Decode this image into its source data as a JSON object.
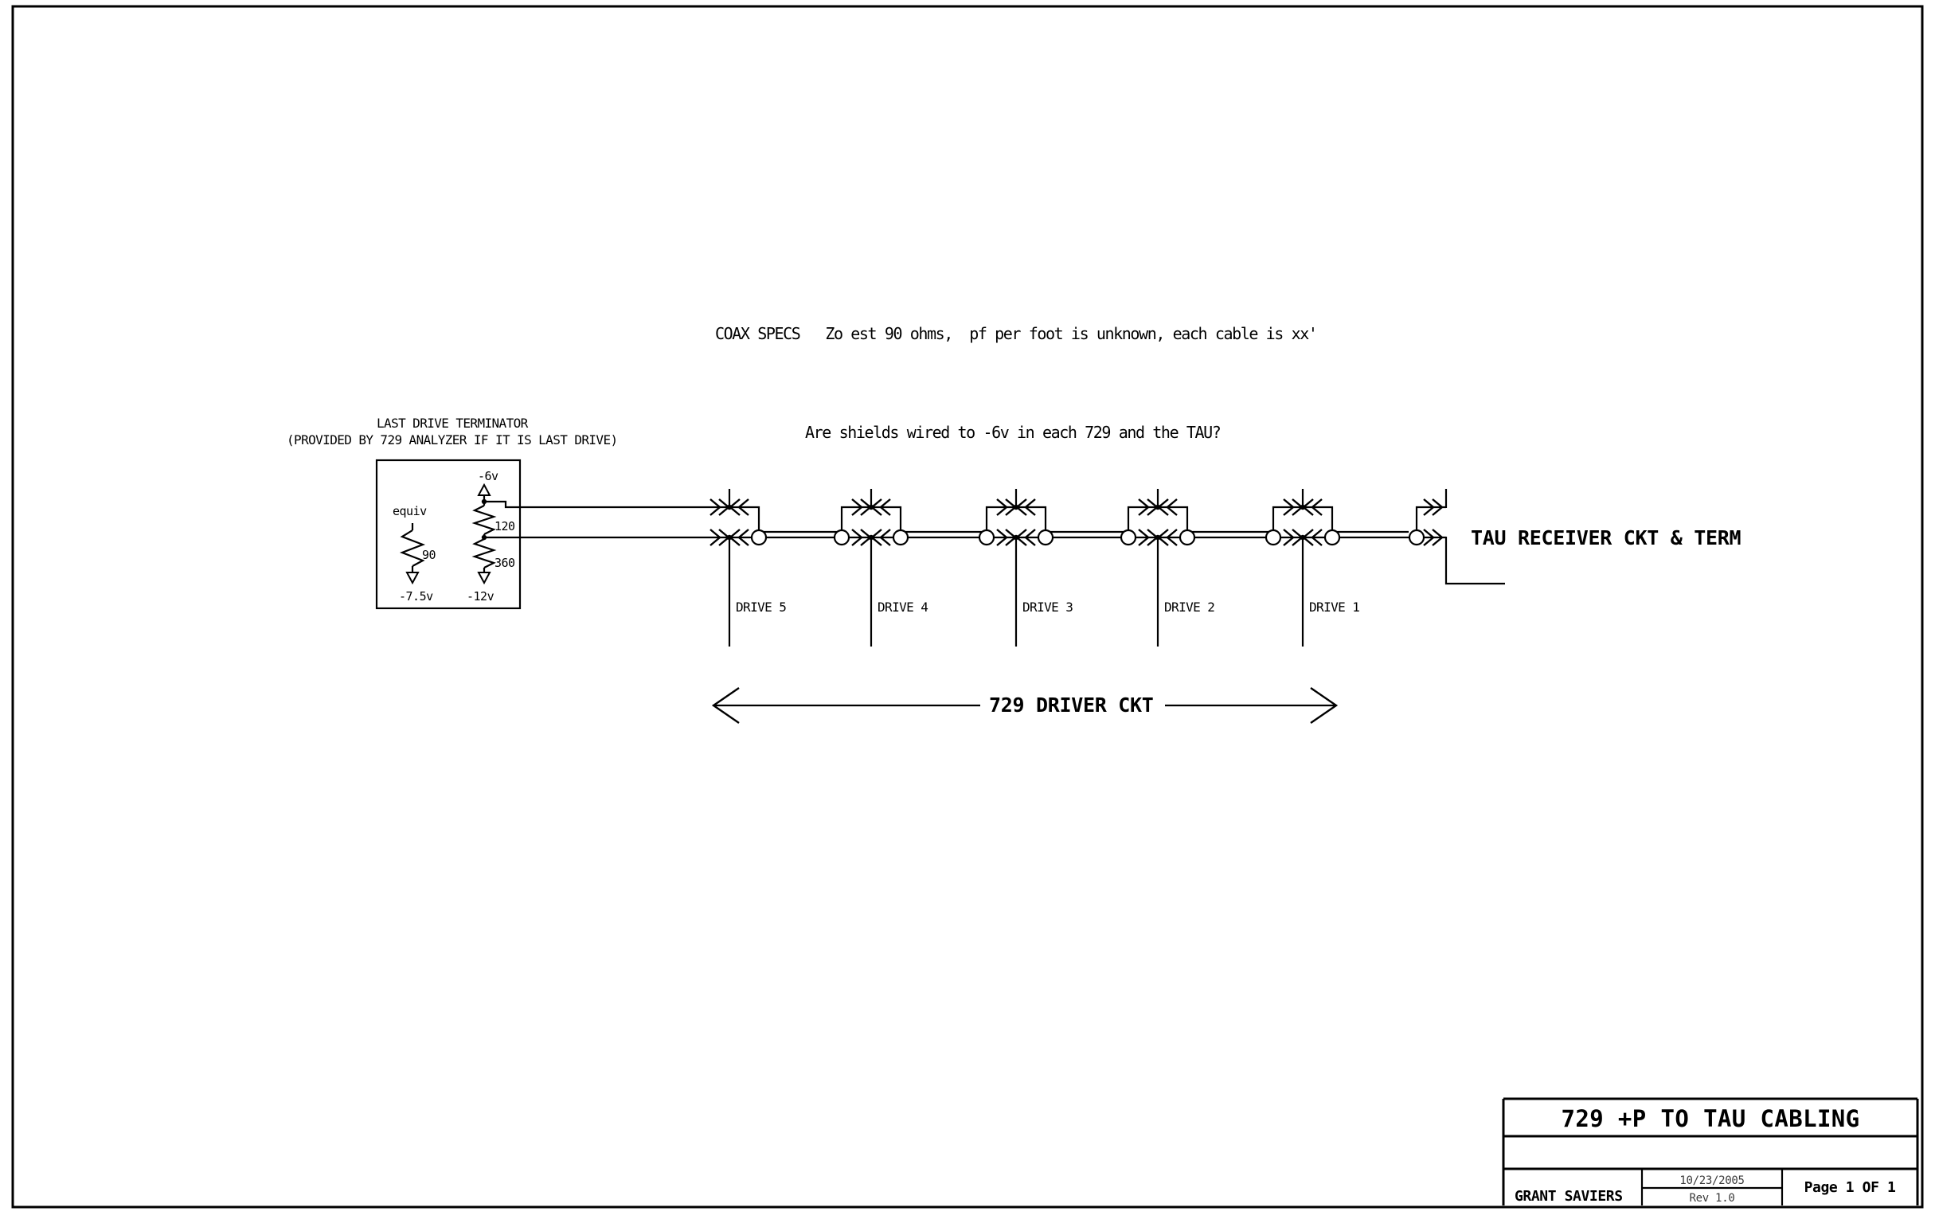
{
  "page": {
    "background": "#ffffff",
    "line_color": "#000000"
  },
  "notes": {
    "coax_specs": "COAX SPECS   Zo est 90 ohms,  pf per foot is unknown, each cable is xx'",
    "shields_question": "Are shields wired to -6v in each 729 and the TAU?"
  },
  "terminator": {
    "heading": "LAST DRIVE TERMINATOR",
    "subheading": "(PROVIDED BY 729 ANALYZER IF IT IS LAST DRIVE)",
    "equiv_label": "equiv",
    "equiv_resistor_ohms": "90",
    "equiv_rail": "-7.5v",
    "top_rail": "-6v",
    "upper_resistor_ohms": "120",
    "lower_resistor_ohms": "360",
    "bottom_rail": "-12v"
  },
  "drives": [
    {
      "label": "DRIVE 5"
    },
    {
      "label": "DRIVE 4"
    },
    {
      "label": "DRIVE 3"
    },
    {
      "label": "DRIVE 2"
    },
    {
      "label": "DRIVE 1"
    }
  ],
  "tau": {
    "label": "TAU RECEIVER CKT & TERM"
  },
  "driver_span": {
    "label": "729 DRIVER CKT"
  },
  "title_block": {
    "title": "729 +P TO TAU CABLING",
    "author": "GRANT SAVIERS",
    "date": "10/23/2005",
    "revision": "Rev 1.0",
    "page_number": "Page 1 OF 1"
  }
}
